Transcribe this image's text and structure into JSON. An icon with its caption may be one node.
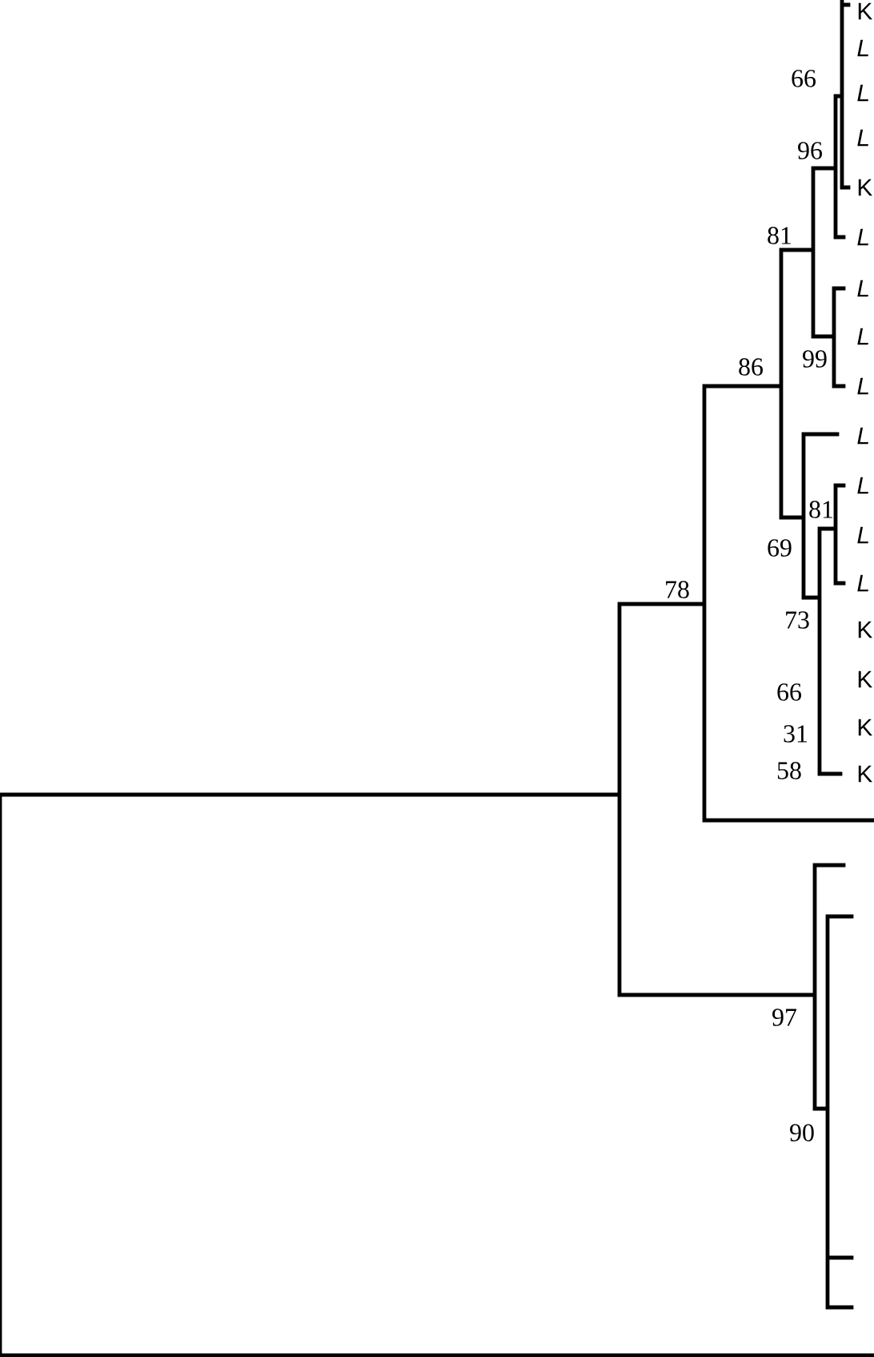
{
  "diagram": {
    "labels": [
      "K",
      "L",
      "66",
      "L",
      "L",
      "96",
      "K",
      "81",
      "L",
      "L",
      "L",
      "99",
      "86",
      "L",
      "L",
      "L",
      "81",
      "L",
      "69",
      "L",
      "78",
      "73",
      "K",
      "K",
      "66",
      "K",
      "31",
      "58",
      "K",
      "97",
      "90"
    ]
  }
}
